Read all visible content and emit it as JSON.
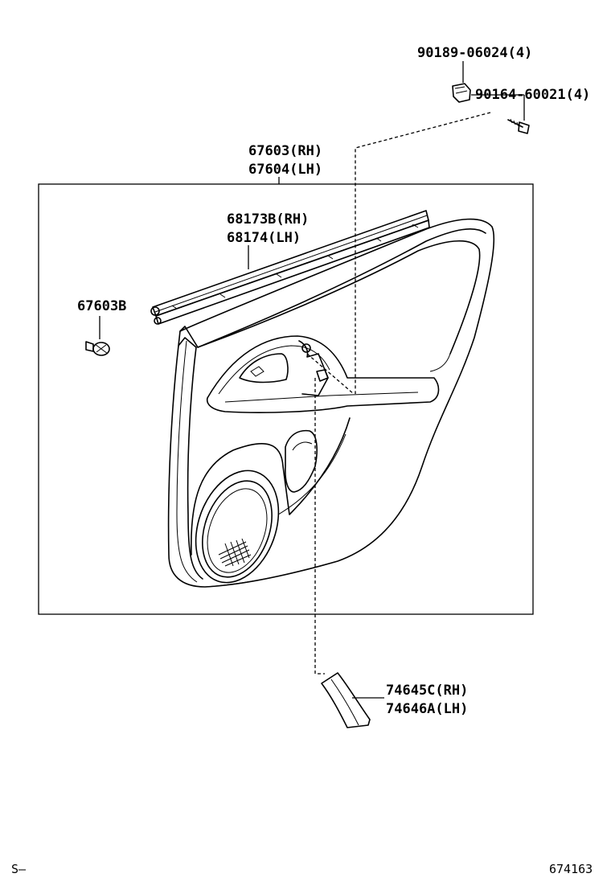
{
  "diagram": {
    "labels": {
      "bolt": "90189-06024(4)",
      "screw": "90164-60021(4)",
      "board_rh": "67603(RH)",
      "board_lh": "67604(LH)",
      "weatherstrip_rh": "68173B(RH)",
      "weatherstrip_lh": "68174(LH)",
      "clip": "67603B",
      "cover_rh": "74645C(RH)",
      "cover_lh": "74646A(LH)"
    },
    "footer": {
      "left": "S–",
      "right": "674163"
    }
  }
}
